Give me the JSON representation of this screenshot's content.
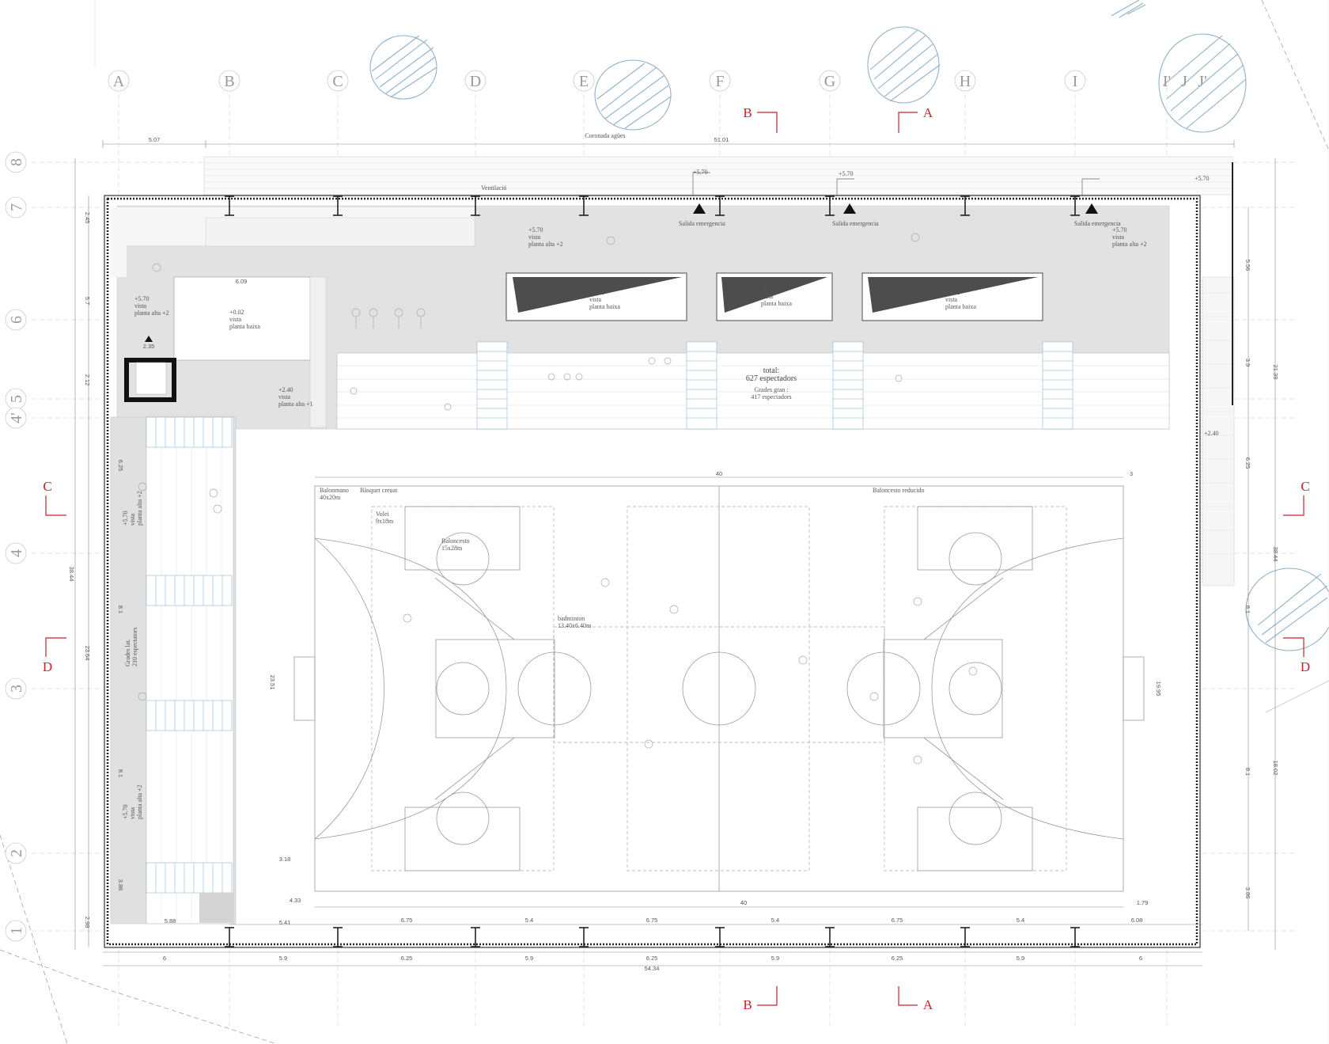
{
  "grid_axes": {
    "columns": [
      "A",
      "B",
      "C",
      "D",
      "E",
      "F",
      "G",
      "H",
      "I",
      "I'",
      "J",
      "J'"
    ],
    "rows": [
      "8",
      "7",
      "6",
      "5",
      "4'",
      "4",
      "3",
      "2",
      "1"
    ]
  },
  "sections": {
    "a": "A",
    "b": "B",
    "c": "C",
    "d": "D"
  },
  "notes": {
    "cornice": "Coronada agües",
    "ventilation": "Ventilació",
    "emergency_exit": "Salida emergencia",
    "view_upper2_level": "+5.70",
    "view_upper2_text_1": "vista",
    "view_upper2_text_2": "planta alta +2",
    "view_upper1_level": "+2.40",
    "view_upper1_text_1": "vista",
    "view_upper1_text_2": "planta alta +1",
    "view_ground_level": "+0.02",
    "view_ground_text_1": "vista",
    "view_ground_text_2": "planta baixa",
    "spectators_total_label": "total:",
    "spectators_total": "627 espectadors",
    "grades_big_label": "Grades gran :",
    "grades_big": "417 espectadors",
    "grades_side_1": "Grades lat.",
    "grades_side_2": "210 espectators",
    "level_570": "+5.70",
    "level_240": "+2.40"
  },
  "court_labels": {
    "handball": "Balonmano",
    "handball_size": "40x20m",
    "basket_cross": "Bàsquet creuat",
    "volley": "Volei",
    "volley_size": "9x18m",
    "basket": "Baloncesto",
    "basket_size": "15x28m",
    "badminton": "badminton",
    "badminton_size": "13.40x6.40m",
    "basket_reduced": "Baloncesto reducido"
  },
  "dimensions": {
    "top_total": "51.01",
    "top_first": "5.07",
    "bottom_total": "54.34",
    "court_width": "40",
    "court_gap": "3",
    "left_total": "38.44",
    "left_partial": "23.64",
    "right_total": "38.44",
    "right_partial": "21.39",
    "right_court": "18.02",
    "court_len_top": "6.09",
    "court_len": "23.51",
    "court_height": "19.95",
    "bottom_segments": [
      "6",
      "5.9",
      "6.25",
      "5.9",
      "6.25",
      "5.9",
      "6.25",
      "5.9",
      "6"
    ],
    "bay_segments": [
      "6.75",
      "5.4",
      "6.75",
      "5.4",
      "6.75",
      "5.4",
      "6.08"
    ],
    "left_segments": [
      "2.45",
      "5.7",
      "2.12",
      "6.25",
      "8.1",
      "8.1",
      "3.86",
      "2.98"
    ],
    "right_segments": [
      "5.56",
      "3.9",
      "6.25",
      "8.1",
      "8.1",
      "3.86"
    ],
    "misc_a": "3.18",
    "misc_b": "4.33",
    "misc_c": "5.88",
    "misc_d": "1.79",
    "misc_e": "2.35",
    "misc_f": "5.41"
  }
}
